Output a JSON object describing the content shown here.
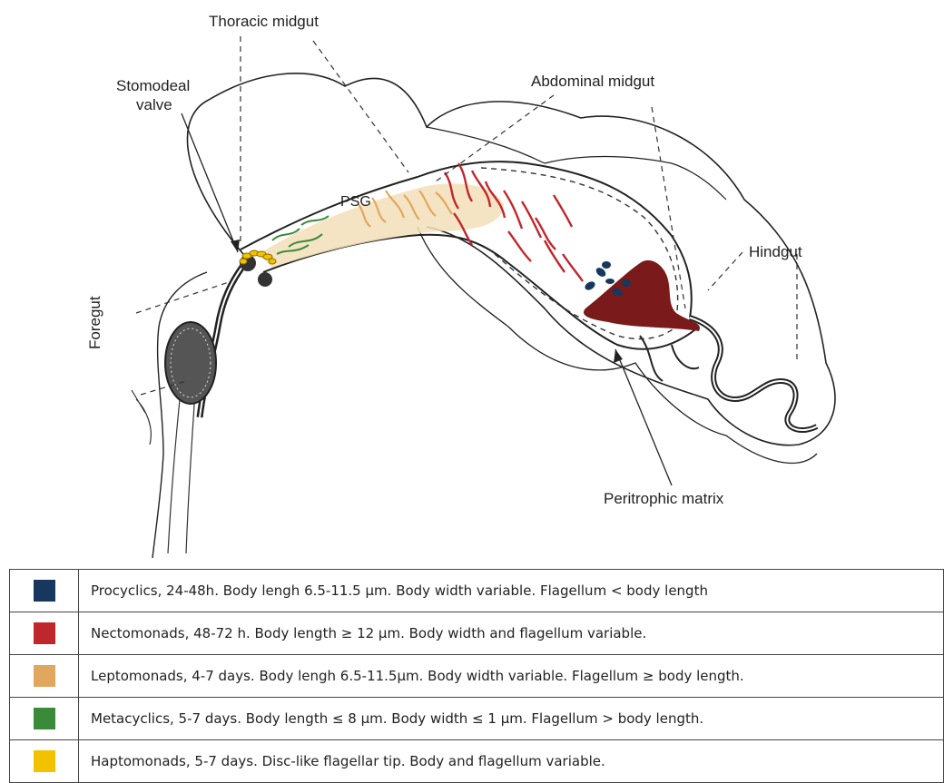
{
  "labels": {
    "thoracic_midgut": "Thoracic midgut",
    "stomodeal_valve_line1": "Stomodeal",
    "stomodeal_valve_line2": "valve",
    "abdominal_midgut": "Abdominal midgut",
    "hindgut": "Hindgut",
    "foregut": "Foregut",
    "psg": "PSG",
    "peritrophic_matrix": "Peritrophic matrix"
  },
  "legend": [
    {
      "color": "#17375e",
      "text": "Procyclics, 24-48h. Body lengh 6.5-11.5 µm.  Body  width variable. Flagellum < body length"
    },
    {
      "color": "#c0272d",
      "text": "Nectomonads, 48-72 h. Body length ≥ 12 µm.  Body width and flagellum variable."
    },
    {
      "color": "#e2a75e",
      "text": "Leptomonads, 4-7 days. Body lengh 6.5-11.5µm.   Body width variable. Flagellum ≥  body length."
    },
    {
      "color": "#3a8a3a",
      "text": "Metacyclics,  5-7 days. Body length ≤ 8 µm.  Body width ≤ 1 µm. Flagellum > body length."
    },
    {
      "color": "#f2c200",
      "text": "Haptomonads, 5-7 days. Disc-like flagellar tip. Body  and flagellum variable."
    }
  ]
}
